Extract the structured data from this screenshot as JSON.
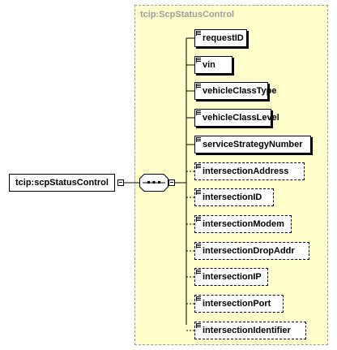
{
  "root": {
    "label": "tcip:scpStatusControl"
  },
  "complex_type": {
    "title": "tcip:ScpStatusControl"
  },
  "compositor": {
    "type": "sequence"
  },
  "elements": [
    {
      "label": "requestID",
      "optional": false
    },
    {
      "label": "vin",
      "optional": false
    },
    {
      "label": "vehicleClassType",
      "optional": false
    },
    {
      "label": "vehicleClassLevel",
      "optional": false
    },
    {
      "label": "serviceStrategyNumber",
      "optional": false
    },
    {
      "label": "intersectionAddress",
      "optional": true
    },
    {
      "label": "intersectionID",
      "optional": true
    },
    {
      "label": "intersectionModem",
      "optional": true
    },
    {
      "label": "intersectionDropAddr",
      "optional": true
    },
    {
      "label": "intersectionIP",
      "optional": true
    },
    {
      "label": "intersectionPort",
      "optional": true
    },
    {
      "label": "intersectionIdentifier",
      "optional": true
    }
  ]
}
